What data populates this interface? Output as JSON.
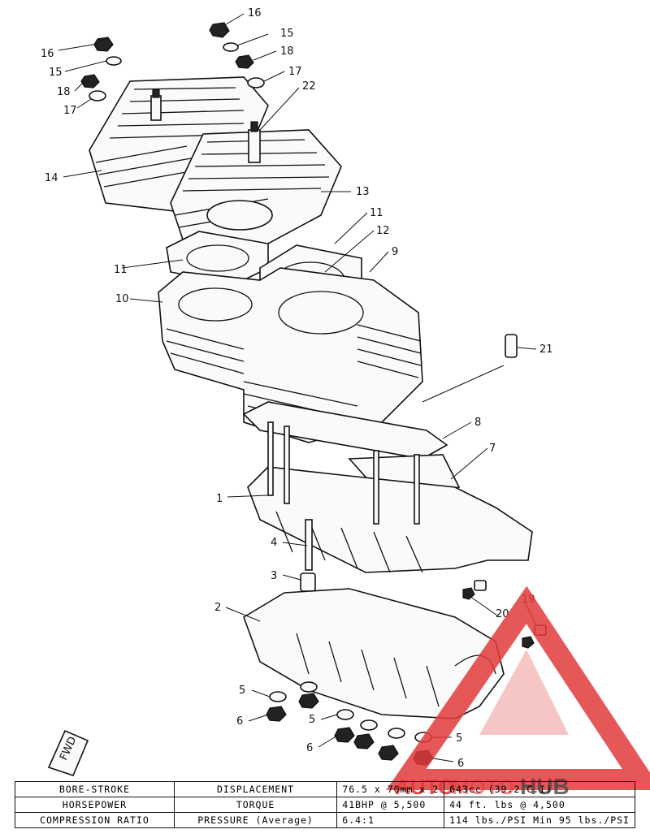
{
  "callouts": {
    "c16a": "16",
    "c15a": "15",
    "c18a": "18",
    "c17a": "17",
    "c22": "22",
    "c16b": "16",
    "c15b": "15",
    "c18b": "18",
    "c17b": "17",
    "c14": "14",
    "c13": "13",
    "c11a": "11",
    "c12": "12",
    "c11b": "11",
    "c9": "9",
    "c10": "10",
    "c21": "21",
    "c8": "8",
    "c7": "7",
    "c1": "1",
    "c4": "4",
    "c3": "3",
    "c2": "2",
    "c19": "19",
    "c20": "20",
    "c5a": "5",
    "c6a": "6",
    "c5b": "5",
    "c6b": "6",
    "c5c": "5",
    "c6c": "6"
  },
  "fwd_label": "FWD",
  "specs": {
    "row1": {
      "label": "BORE-STROKE",
      "label2": "DISPLACEMENT",
      "value": "76.5 x 70mm x 2",
      "value2": "643cc (39.2 C.I)"
    },
    "row2": {
      "label": "HORSEPOWER",
      "label2": "TORQUE",
      "value": "41BHP @ 5,500",
      "value2": "44 ft. lbs @ 4,500"
    },
    "row3": {
      "label": "COMPRESSION RATIO",
      "label2": "PRESSURE (Average)",
      "value": "6.4:1",
      "value2": "114 lbs./PSI  Min 95 lbs./PSI"
    }
  },
  "watermark": {
    "brand_prefix": "AUTO",
    "brand_mid": "MOTO",
    "brand_suffix": "HUB",
    "color": "#e23b3b"
  }
}
